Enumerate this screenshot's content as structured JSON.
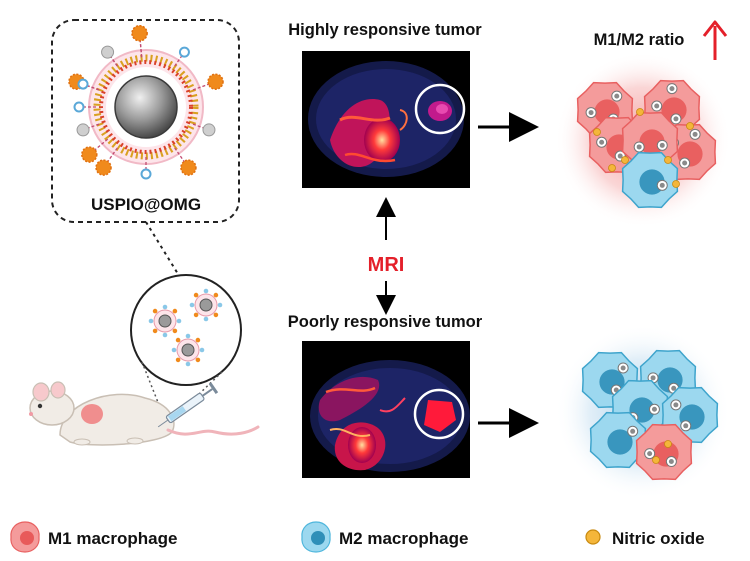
{
  "labels": {
    "nanoparticle": "USPIO@OMG",
    "high_title": "Highly responsive tumor",
    "low_title": "Poorly responsive tumor",
    "mri": "MRI",
    "ratio": "M1/M2 ratio"
  },
  "legend": [
    {
      "label": "M1 macrophage",
      "color": "#e85a5a"
    },
    {
      "label": "M2 macrophage",
      "color": "#4eb6dc"
    },
    {
      "label": "Nitric oxide",
      "color": "#f4b63a"
    }
  ],
  "colors": {
    "accent_red": "#e4202a",
    "m1_cell": "#f08a8a",
    "m2_cell": "#8fd3ee",
    "orange_ligand": "#f08a1c",
    "mri_background": "#000000"
  }
}
